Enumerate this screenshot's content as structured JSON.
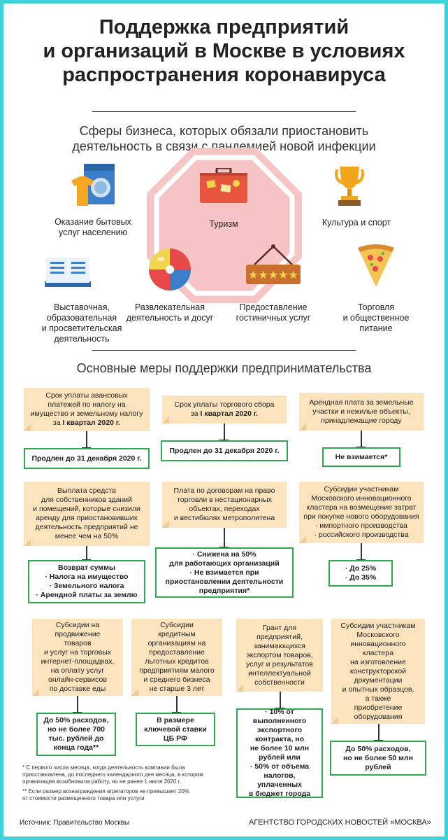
{
  "title": [
    "Поддержка предприятий",
    "и организаций в Москве в условиях",
    "распространения коронавируса"
  ],
  "spheres_heading": [
    "Сферы бизнеса, которых обязали приостановить",
    "деятельность в связи с пандемией новой инфекции"
  ],
  "spheres": {
    "household": [
      "Оказание бытовых",
      "услуг населению"
    ],
    "tourism": "Туризм",
    "culture": "Культура и спорт",
    "exhibition": [
      "Выставочная,",
      "образовательная",
      "и просветительская",
      "деятельность"
    ],
    "entertainment": [
      "Развлекательная",
      "деятельность и досуг"
    ],
    "hotel": [
      "Предоставление",
      "гостиничных услуг"
    ],
    "trade": [
      "Торговля",
      "и общественное",
      "питание"
    ]
  },
  "measures_heading": "Основные меры поддержки предпринимательства",
  "measures": {
    "m1": {
      "q": [
        "Срок уплаты авансовых",
        "платежей по налогу на",
        "имущество и земельному налогу",
        "за ",
        "I квартал 2020 г."
      ],
      "a": "Продлен до 31 декабря 2020 г."
    },
    "m2": {
      "q": [
        "Срок уплаты торгового сбора",
        "за ",
        "I квартал 2020 г."
      ],
      "a": "Продлен до 31 декабря 2020 г."
    },
    "m3": {
      "q": [
        "Арендная плата за земельные",
        "участки и нежилые объекты,",
        "принадлежащие городу"
      ],
      "a": "Не взимается*"
    },
    "m4": {
      "q": [
        "Выплата средств",
        "для собственников зданий",
        "и помещений, которые снизили",
        "аренду для приостановивших",
        "деятельность предприятий не",
        "менее чем на 50%"
      ],
      "a": [
        "Возврат суммы",
        "· Налога на имущество",
        "· Земельного налога",
        "· Арендной платы за землю"
      ]
    },
    "m5": {
      "q": [
        "Плата по договорам на право",
        "торговли в нестационарных",
        "объектах, переходах",
        "и вестибюлях метрополитена"
      ],
      "a": [
        "· Снижена на 50%",
        "для работающих организаций",
        "· Не взимается при",
        "приостановлении деятельности",
        "предприятия*"
      ]
    },
    "m6": {
      "q": [
        "Субсидии участникам",
        "Московского инновационного",
        "кластера на возмещение затрат",
        "при покупке нового оборудования",
        "· импортного производства",
        "· российского производства"
      ],
      "a": [
        "· До 25%",
        "· До 35%"
      ]
    },
    "m7": {
      "q": [
        "Субсидии на",
        "продвижение",
        "товаров",
        "и услуг на торговых",
        "интернет-площадках,",
        "на оплату услуг",
        "онлайн-сервисов",
        "по доставке еды"
      ],
      "a": [
        "До 50% расходов,",
        "но не более 700",
        "тыс. рублей до",
        "конца года**"
      ]
    },
    "m8": {
      "q": [
        "Субсидии",
        "кредитным",
        "организациям на",
        "предоставление",
        "льготных кредитов",
        "предприятиям малого",
        "и среднего бизнеса",
        "не старше 3 лет"
      ],
      "a": [
        "В размере",
        "ключевой ставки",
        "ЦБ РФ"
      ]
    },
    "m9": {
      "q": [
        "Грант для",
        "предприятий,",
        "занимающихся",
        "экспортом товаров,",
        "услуг и результатов",
        "интеллектуальной",
        "собственности"
      ],
      "a": [
        "· 10% от",
        "выполненного",
        "экспортного",
        "контракта, но",
        "не более 10 млн",
        "рублей или",
        "· 50% от объема",
        "налогов,",
        "уплаченных",
        "в бюджет города"
      ]
    },
    "m10": {
      "q": [
        "Субсидии участникам",
        "Московского",
        "инновационного",
        "кластера",
        "на изготовление",
        "конструкторской",
        "документации",
        "и опытных образцов,",
        "а также",
        "приобретение",
        "оборудования"
      ],
      "a": [
        "До 50% расходов,",
        "но не более 50 млн",
        "рублей"
      ]
    }
  },
  "notes": {
    "n1": [
      "* С первого числа месяца, когда деятельность компании была",
      "приостановлена, до последнего календарного дня месяца, в котором",
      "организация возобновила работу, но не ранее 1 июля 2020 г."
    ],
    "n2": [
      "** Если размер вознаграждения агрегаторов не превышает 20%",
      "от стоимости размещенного товара или услуги"
    ]
  },
  "footer": {
    "source": "Источник: Правительство Москвы",
    "agency": "АГЕНТСТВО ГОРОДСКИХ НОВОСТЕЙ «МОСКВА»"
  },
  "colors": {
    "frame": "#3fd3d9",
    "question_bg": "#fbe3bd",
    "answer_border": "#2fa84f",
    "octagon": "#f6c4c4"
  }
}
